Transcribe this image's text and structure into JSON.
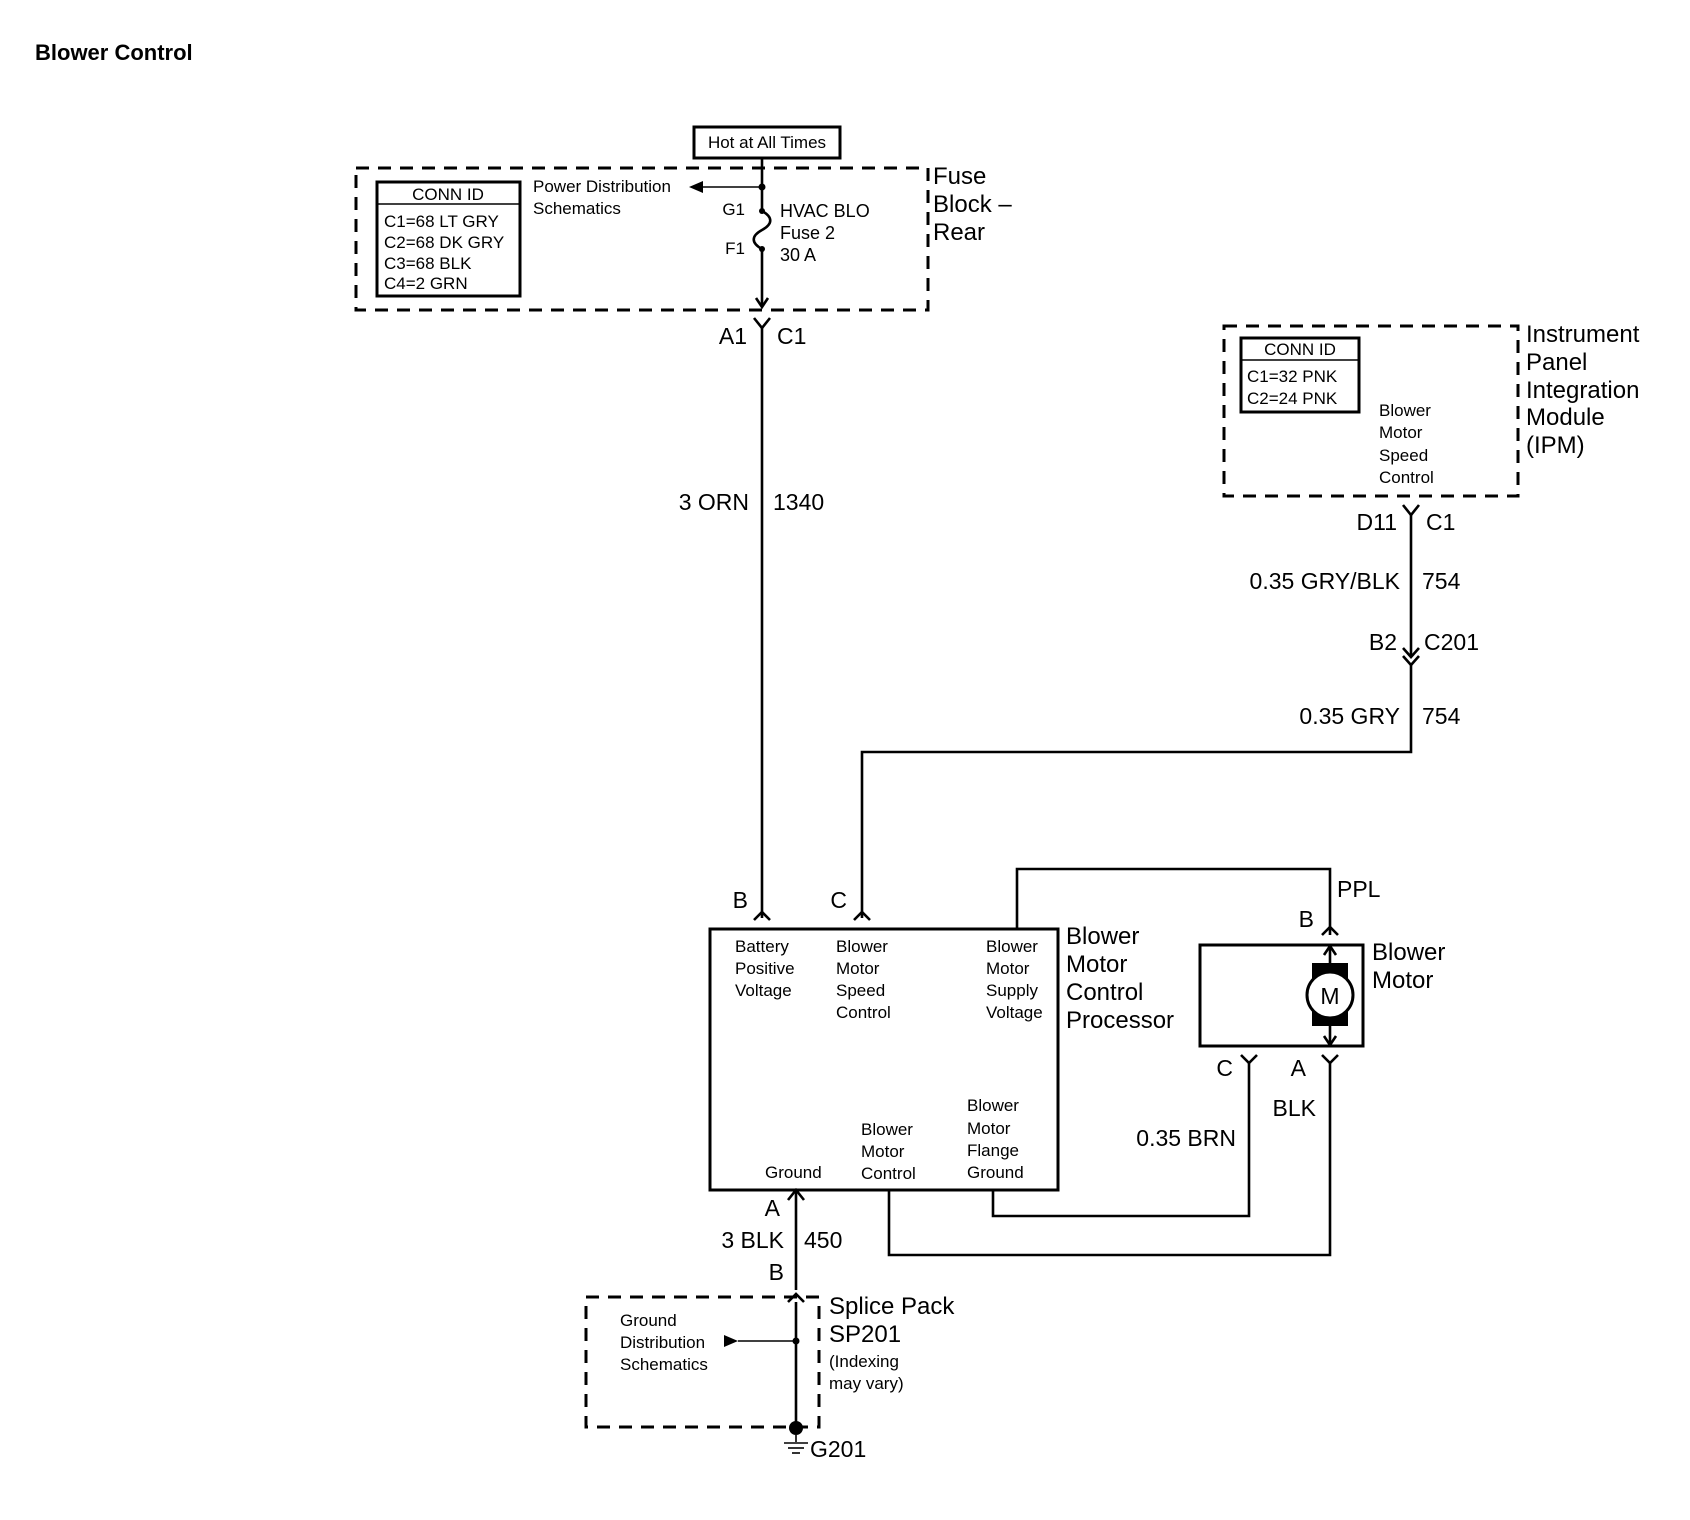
{
  "title": "Blower Control",
  "hot_at_all_times": "Hot at All Times",
  "fuse_block": {
    "name_lines": [
      "Fuse",
      "Block –",
      "Rear"
    ],
    "conn_id_title": "CONN ID",
    "conn_ids": [
      "C1=68 LT GRY",
      "C2=68 DK GRY",
      "C3=68 BLK",
      "C4=2 GRN"
    ],
    "power_dist_lines": [
      "Power Distribution",
      "Schematics"
    ],
    "pin_g1": "G1",
    "pin_f1": "F1",
    "fuse_lines": [
      "HVAC BLO",
      "Fuse 2",
      "30 A"
    ],
    "out_pin": "A1",
    "out_conn": "C1"
  },
  "wire_1340": {
    "gauge_color": "3 ORN",
    "circuit": "1340"
  },
  "ipm": {
    "name_lines": [
      "Instrument",
      "Panel",
      "Integration",
      "Module",
      "(IPM)"
    ],
    "conn_id_title": "CONN ID",
    "conn_ids": [
      "C1=32 PNK",
      "C2=24 PNK"
    ],
    "function_lines": [
      "Blower",
      "Motor",
      "Speed",
      "Control"
    ],
    "out_pin": "D11",
    "out_conn": "C1"
  },
  "wire_754_a": {
    "gauge_color": "0.35 GRY/BLK",
    "circuit": "754"
  },
  "c201": {
    "pin": "B2",
    "conn": "C201"
  },
  "wire_754_b": {
    "gauge_color": "0.35 GRY",
    "circuit": "754"
  },
  "processor": {
    "name_lines": [
      "Blower",
      "Motor",
      "Control",
      "Processor"
    ],
    "pin_b": "B",
    "pin_c": "C",
    "battery_lines": [
      "Battery",
      "Positive",
      "Voltage"
    ],
    "speed_lines": [
      "Blower",
      "Motor",
      "Speed",
      "Control"
    ],
    "supply_lines": [
      "Blower",
      "Motor",
      "Supply",
      "Voltage"
    ],
    "ground_label": "Ground",
    "control_lines": [
      "Blower",
      "Motor",
      "Control"
    ],
    "flange_lines": [
      "Blower",
      "Motor",
      "Flange",
      "Ground"
    ]
  },
  "ppl_label": "PPL",
  "motor": {
    "name_lines": [
      "Blower",
      "Motor"
    ],
    "symbol": "M",
    "pin_b": "B",
    "pin_c": "C",
    "pin_a": "A"
  },
  "blk_label": "BLK",
  "brn_label": "0.35 BRN",
  "wire_450": {
    "pin_top": "A",
    "gauge_color": "3 BLK",
    "circuit": "450",
    "pin_bottom": "B"
  },
  "splice": {
    "name_lines": [
      "Splice Pack",
      "SP201"
    ],
    "note_lines": [
      "(Indexing",
      "may vary)"
    ],
    "ground_dist_lines": [
      "Ground",
      "Distribution",
      "Schematics"
    ]
  },
  "ground_id": "G201"
}
